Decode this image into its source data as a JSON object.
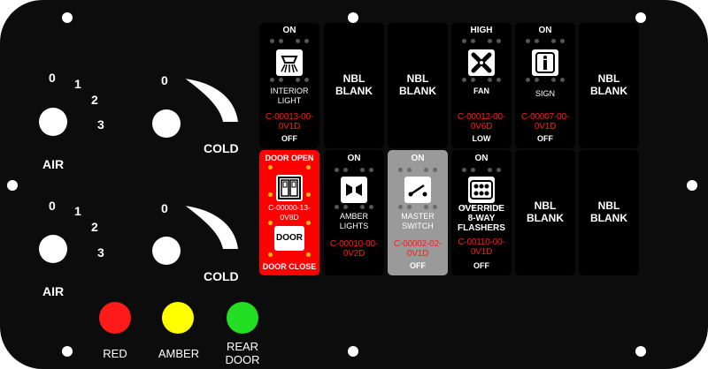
{
  "colors": {
    "panel": "#0c0c0c",
    "red_lamp": "#ff1a1a",
    "amber_lamp": "#ffff00",
    "green_lamp": "#22dd22",
    "part_text": "#ff1a1a",
    "door_switch": "#ff0000",
    "master_switch": "#9a9a9a"
  },
  "left": {
    "air1": {
      "n0": "0",
      "n1": "1",
      "n2": "2",
      "n3": "3",
      "label": "AIR"
    },
    "cold1": {
      "n0": "0",
      "label": "COLD"
    },
    "air2": {
      "n0": "0",
      "n1": "1",
      "n2": "2",
      "n3": "3",
      "label": "AIR"
    },
    "cold2": {
      "n0": "0",
      "label": "COLD"
    }
  },
  "lamps": {
    "red": "RED",
    "amber": "AMBER",
    "rear1": "REAR",
    "rear2": "DOOR"
  },
  "switches": {
    "s1": {
      "top": "ON",
      "icon": "interior-light-icon",
      "l1": "INTERIOR",
      "l2": "LIGHT",
      "part1": "C-00013-00-",
      "part2": "0V1D",
      "bottom": "OFF"
    },
    "s2": {
      "l1": "NBL",
      "l2": "BLANK"
    },
    "s3": {
      "l1": "NBL",
      "l2": "BLANK"
    },
    "s4": {
      "top": "HIGH",
      "icon": "fan-icon",
      "l1": "FAN",
      "part1": "C-00012-00-",
      "part2": "0V6D",
      "bottom": "LOW"
    },
    "s5": {
      "top": "ON",
      "icon": "info-sign-icon",
      "l1": "SIGN",
      "part1": "C-00007-00-",
      "part2": "0V1D",
      "bottom": "OFF"
    },
    "s6": {
      "l1": "NBL",
      "l2": "BLANK"
    },
    "s7": {
      "top": "DOOR OPEN",
      "icon": "door-icon",
      "part1": "C-00000-13-",
      "part2": "0V8D",
      "door": "DOOR",
      "bottom": "DOOR CLOSE"
    },
    "s8": {
      "top": "ON",
      "icon": "amber-lights-icon",
      "l1": "AMBER",
      "l2": "LIGHTS",
      "part1": "C-00010-00-",
      "part2": "0V2D",
      "bottom": ""
    },
    "s9": {
      "top": "ON",
      "icon": "master-switch-icon",
      "l1": "MASTER",
      "l2": "SWITCH",
      "part1": "C-00002-02-",
      "part2": "0V1D",
      "bottom": "OFF"
    },
    "s10": {
      "top": "ON",
      "icon": "flashers-icon",
      "l1": "OVERRIDE",
      "l2": "8-WAY",
      "l3": "FLASHERS",
      "part1": "C-00110-00-",
      "part2": "0V1D",
      "bottom": "OFF"
    },
    "s11": {
      "l1": "NBL",
      "l2": "BLANK"
    },
    "s12": {
      "l1": "NBL",
      "l2": "BLANK"
    }
  }
}
